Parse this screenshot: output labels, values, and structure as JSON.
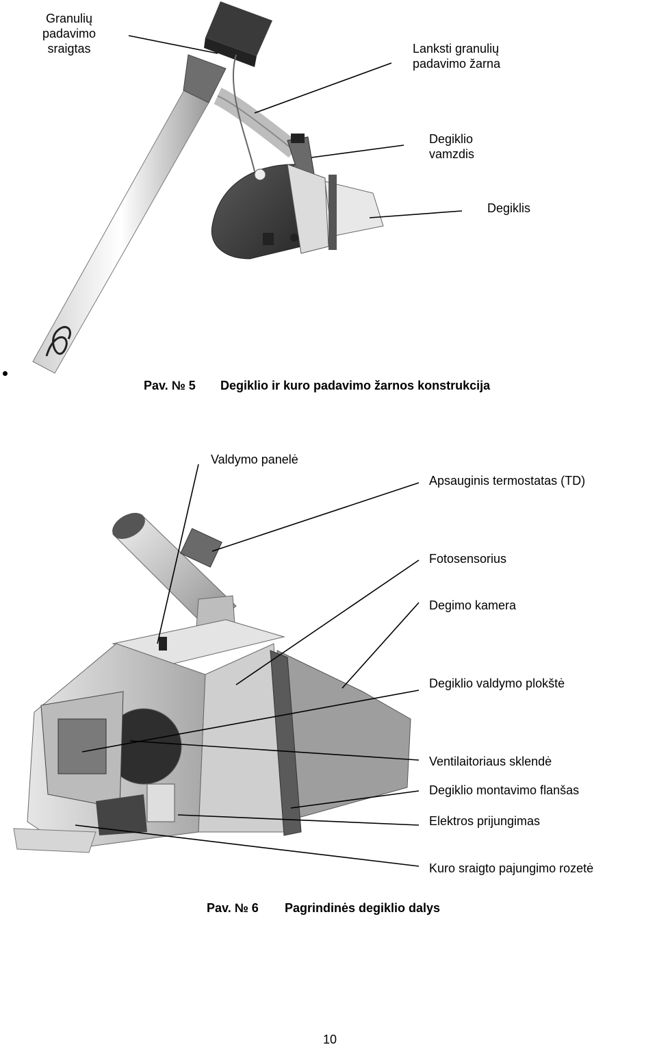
{
  "figure5": {
    "labels": {
      "auger": "Granulių\npadavimo\nsraigtas",
      "hose": "Lanksti granulių\npadavimo žarna",
      "pipe": "Degiklio\nvamzdis",
      "burner": "Degiklis"
    },
    "caption_num": "Pav. № 5",
    "caption_text": "Degiklio ir kuro padavimo žarnos konstrukcija"
  },
  "figure6": {
    "labels": {
      "control_panel": "Valdymo panelė",
      "thermostat": "Apsauginis termostatas (TD)",
      "photosensor": "Fotosensorius",
      "chamber": "Degimo kamera",
      "board": "Degiklio valdymo plokštė",
      "damper": "Ventilaitoriaus sklendė",
      "flange": "Degiklio montavimo flanšas",
      "power": "Elektros prijungimas",
      "socket": "Kuro sraigto pajungimo rozetė"
    },
    "caption_num": "Pav. № 6",
    "caption_text": "Pagrindinės degiklio dalys"
  },
  "page_number": "10"
}
